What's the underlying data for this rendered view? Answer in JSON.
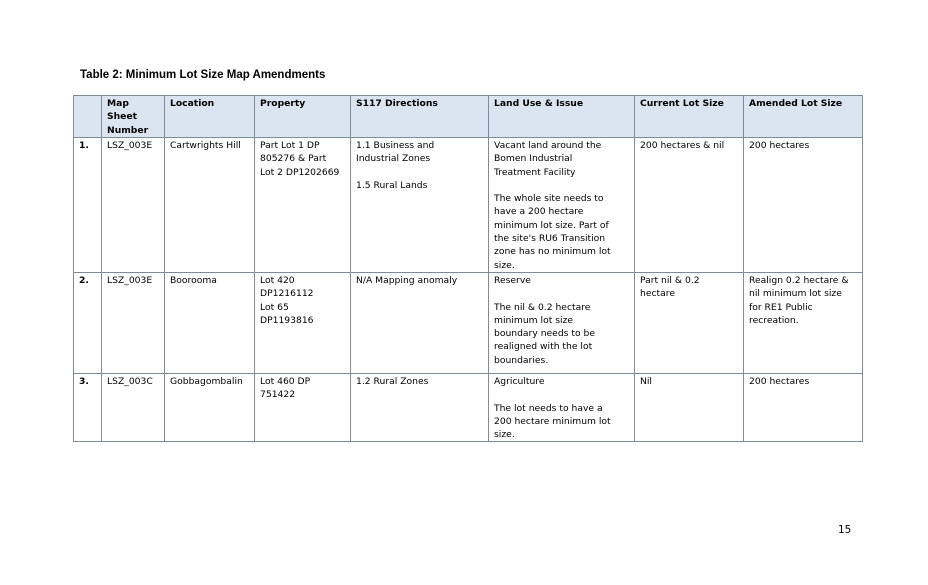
{
  "table": {
    "title": "Table 2: Minimum Lot Size Map Amendments",
    "headers": [
      "",
      "Map\nSheet\nNumber",
      "Location",
      "Property",
      "S117 Directions",
      "Land Use & Issue",
      "Current Lot Size",
      "Amended Lot Size"
    ],
    "rows": [
      {
        "num": "1.",
        "map_sheet": "LSZ_003E",
        "location": "Cartwrights Hill",
        "property": "Part Lot 1 DP\n805276 & Part\nLot 2 DP1202669",
        "s117": "1.1 Business and\nIndustrial Zones\n\n1.5 Rural Lands",
        "land_use": "Vacant land around the\nBomen Industrial\nTreatment Facility\n\nThe whole site needs to\nhave a 200 hectare\nminimum lot size. Part of\nthe site's RU6 Transition\nzone has no minimum lot\nsize.",
        "current": "200 hectares &  nil",
        "amended": "200 hectares"
      },
      {
        "num": "2.",
        "map_sheet": "LSZ_003E",
        "location": "Boorooma",
        "property": "Lot 420\nDP1216112\nLot 65\nDP1193816",
        "s117": "N/A Mapping anomaly",
        "land_use": "Reserve\n\nThe nil & 0.2 hectare\nminimum lot size\nboundary needs to be\nrealigned with the lot\nboundaries.",
        "current": "Part nil & 0.2\nhectare",
        "amended": "Realign 0.2 hectare &\nnil minimum lot size\nfor RE1 Public\nrecreation."
      },
      {
        "num": "3.",
        "map_sheet": "LSZ_003C",
        "location": "Gobbagombalin",
        "property": "Lot 460 DP\n751422",
        "s117": "1.2 Rural Zones",
        "land_use": "Agriculture\n\nThe lot needs to have a\n200 hectare minimum lot\nsize.",
        "current": "Nil",
        "amended": "200 hectares"
      }
    ]
  },
  "page_number": "15"
}
